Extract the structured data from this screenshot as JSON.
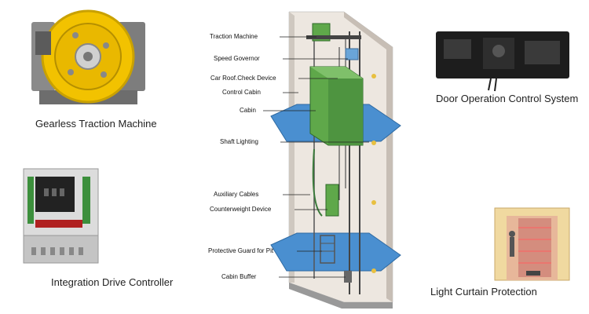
{
  "captions": {
    "gearless": "Gearless Traction Machine",
    "drive": "Integration Drive Controller",
    "door": "Door Operation Control System",
    "curtain": "Light Curtain Protection"
  },
  "labels": [
    "Traction Machine",
    "Speed Governor",
    "Car Roof.Check Device",
    "Control Cabin",
    "Cabin",
    "Shaft Lighting",
    "Auxiliary Cables",
    "Counterweight Device",
    "Protective Guard for Pit",
    "Cabin Buffer"
  ],
  "colors": {
    "cabin_green": "#5fa84a",
    "machine_yellow": "#f2c200",
    "floor_blue": "#4a8fd0",
    "shaft_wall": "#cfc8c0"
  }
}
